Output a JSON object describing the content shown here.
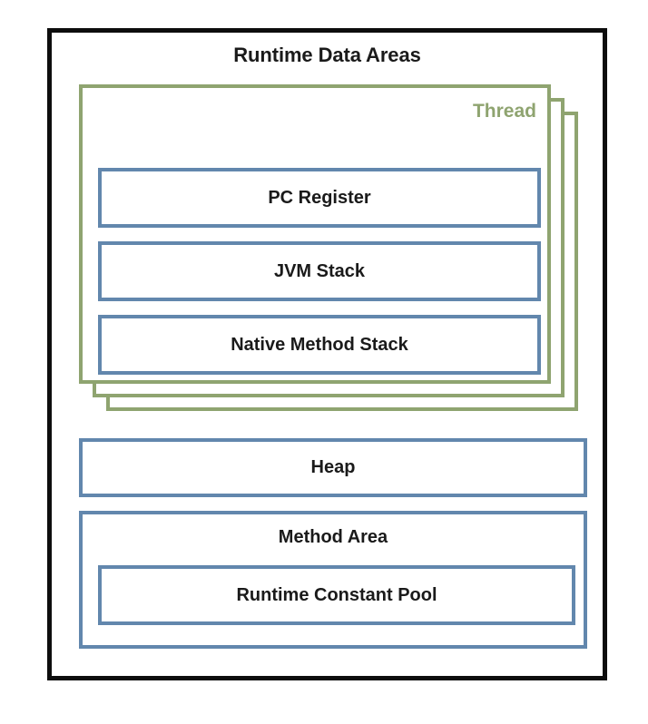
{
  "diagram": {
    "type": "jvm-runtime-data-areas",
    "title": "Runtime Data Areas",
    "thread": {
      "label": "Thread",
      "stack_count": 3,
      "areas": [
        {
          "label": "PC Register"
        },
        {
          "label": "JVM Stack"
        },
        {
          "label": "Native Method Stack"
        }
      ]
    },
    "shared_areas": [
      {
        "label": "Heap"
      },
      {
        "label": "Method Area",
        "children": [
          {
            "label": "Runtime Constant Pool"
          }
        ]
      }
    ],
    "heap": {
      "label": "Heap"
    },
    "method_area": {
      "label": "Method Area",
      "constant_pool": {
        "label": "Runtime Constant Pool"
      }
    },
    "colors": {
      "frame": "#0d0d0d",
      "thread_green": "#8fa470",
      "area_blue": "#6287ad",
      "text": "#1a1a1a",
      "background": "#ffffff"
    }
  }
}
